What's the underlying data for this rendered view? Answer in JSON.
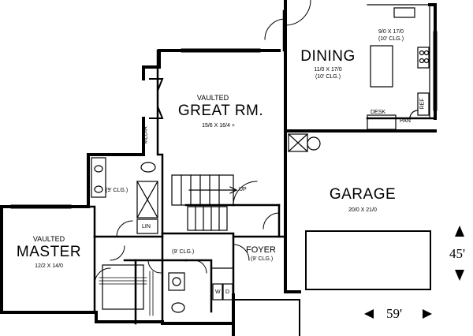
{
  "rooms": {
    "great_room": {
      "vaulted": "VAULTED",
      "name": "GREAT RM.",
      "size": "15/6 X 16/4 +"
    },
    "dining": {
      "name": "DINING",
      "size": "11/0 X 17/0",
      "ceiling": "(10' CLG.)"
    },
    "kitchen": {
      "size": "9/0 X 17/0",
      "ceiling": "(10' CLG.)"
    },
    "garage": {
      "name": "GARAGE",
      "size": "20/0 X 21/0"
    },
    "master": {
      "vaulted": "VAULTED",
      "name": "MASTER",
      "size": "12/2 X 14/0"
    },
    "foyer": {
      "name": "FOYER",
      "ceiling": "(9' CLG.)"
    },
    "bath": {
      "ceiling": "(9' CLG.)"
    },
    "hall": {
      "ceiling": "(9' CLG.)"
    }
  },
  "fixtures": {
    "desk": "DESK",
    "pan": "PAN",
    "ref": "REF",
    "media": "MEDIA",
    "lin": "LIN",
    "up": "UP",
    "w": "W",
    "d": "D"
  },
  "dimensions": {
    "depth": "45'",
    "width": "59'"
  }
}
